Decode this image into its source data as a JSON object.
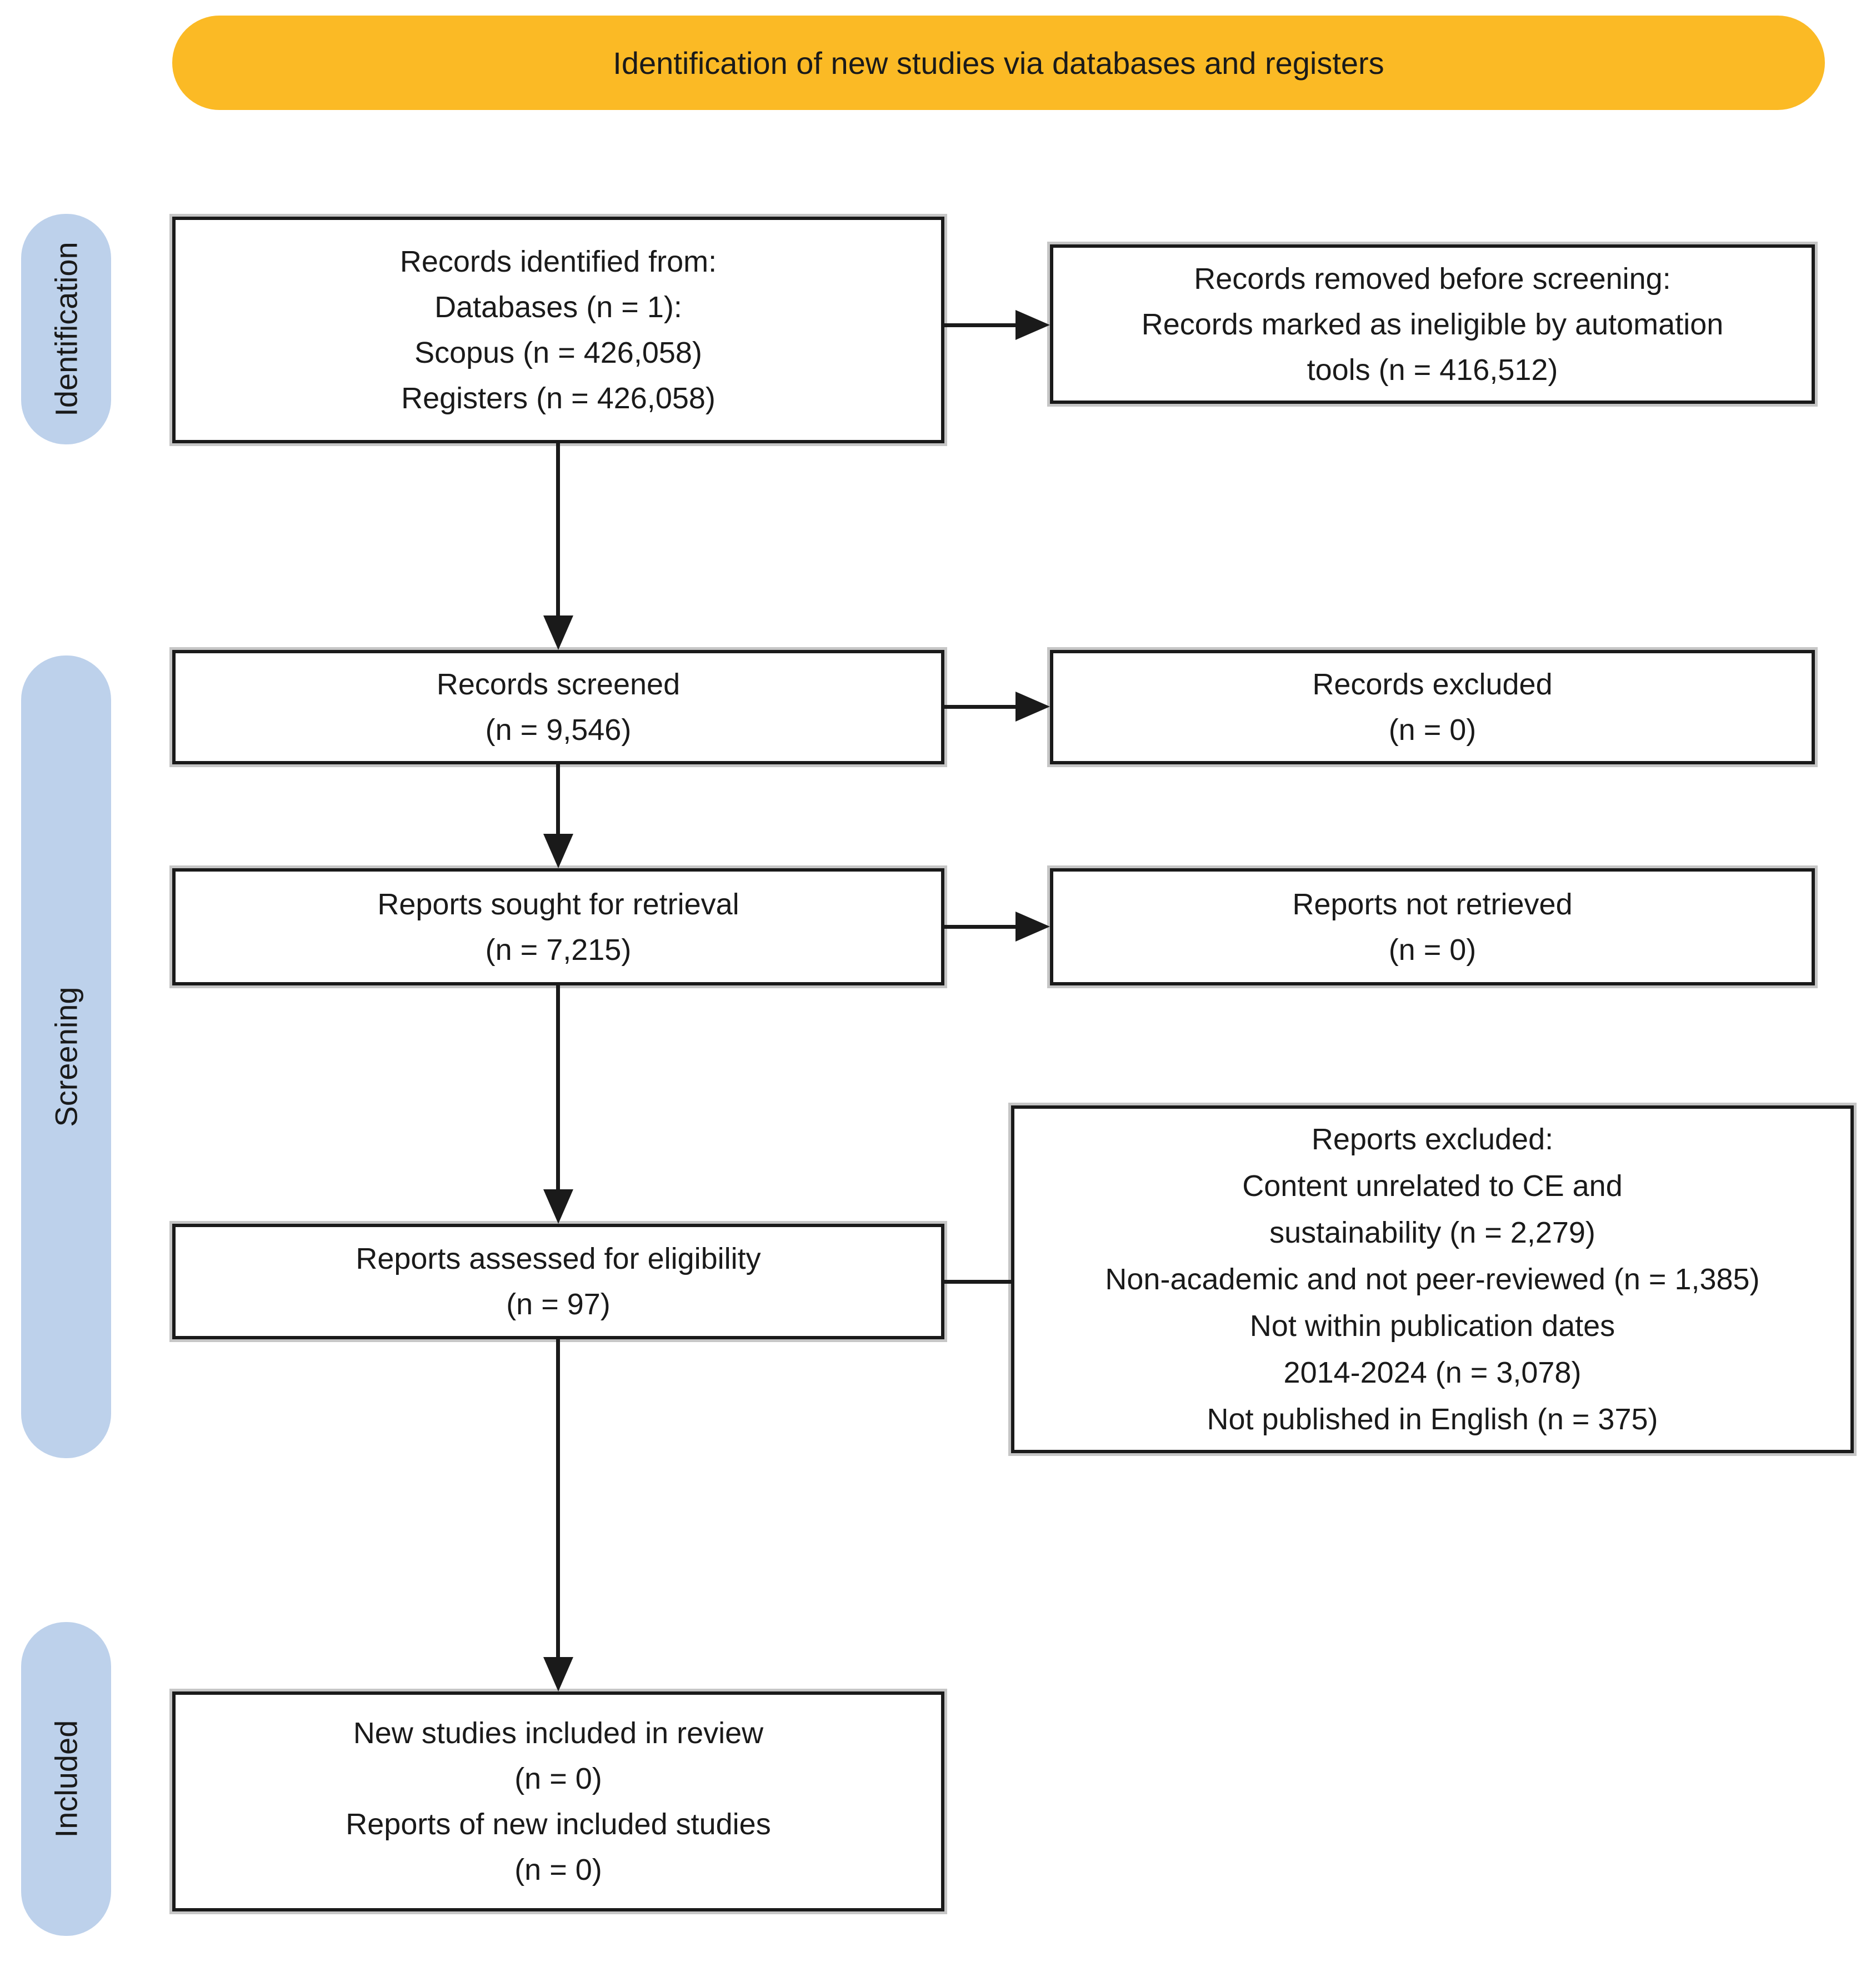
{
  "banner": {
    "label": "Identification of new studies via databases and registers"
  },
  "stages": [
    {
      "label": "Identification"
    },
    {
      "label": "Screening"
    },
    {
      "label": "Included"
    }
  ],
  "boxes": {
    "records_identified": {
      "lines": [
        "Records identified from:",
        "Databases (n = 1):",
        "Scopus (n = 426,058)",
        "Registers (n = 426,058)"
      ]
    },
    "records_removed": {
      "lines": [
        "Records removed before screening:",
        "Records marked as ineligible by automation",
        "tools (n = 416,512)"
      ]
    },
    "records_screened": {
      "lines": [
        "Records screened",
        "(n = 9,546)"
      ]
    },
    "records_excluded": {
      "lines": [
        "Records excluded",
        "(n = 0)"
      ]
    },
    "reports_sought": {
      "lines": [
        "Reports sought for retrieval",
        "(n = 7,215)"
      ]
    },
    "reports_not_retrieved": {
      "lines": [
        "Reports not retrieved",
        "(n = 0)"
      ]
    },
    "reports_assessed": {
      "lines": [
        "Reports assessed for eligibility",
        "(n = 97)"
      ]
    },
    "reports_excluded": {
      "lines": [
        "Reports excluded:",
        "Content unrelated to CE and",
        "sustainability (n = 2,279)",
        "Non-academic and not peer-reviewed (n = 1,385)",
        "Not within publication dates",
        "2014-2024 (n = 3,078)",
        "Not published in English (n = 375)"
      ]
    },
    "new_studies_included": {
      "lines": [
        "New studies included in review",
        "(n = 0)",
        "Reports of new included studies",
        "(n = 0)"
      ]
    }
  },
  "colors": {
    "banner_bg": "#FBBA25",
    "stage_bg": "#BDD1EB",
    "box_border": "#1A1A1A",
    "arrow": "#1A1A1A"
  }
}
